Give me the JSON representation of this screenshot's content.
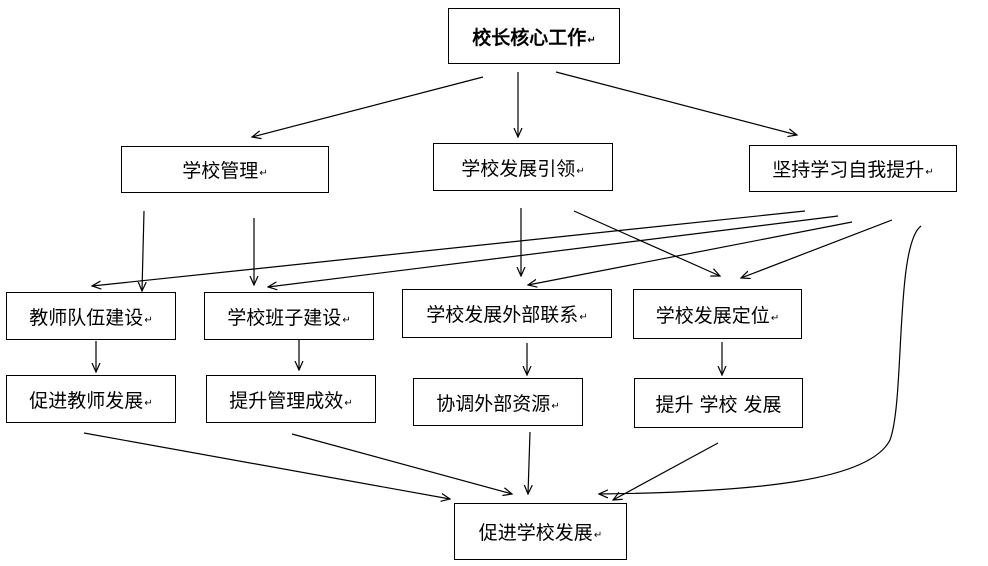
{
  "diagram": {
    "return_mark": "↵",
    "nodes": {
      "core": "校长核心工作",
      "mgmt": "学校管理",
      "lead": "学校发展引领",
      "learn": "坚持学习自我提升",
      "teacher_team": "教师队伍建设",
      "leader_team": "学校班子建设",
      "external": "学校发展外部联系",
      "position": "学校发展定位",
      "teacher_dev": "促进教师发展",
      "mgmt_effect": "提升管理成效",
      "resources": "协调外部资源",
      "school_up": "提升 学校 发展",
      "school_dev": "促进学校发展"
    },
    "colors": {
      "line": "#000000",
      "background": "#ffffff"
    }
  }
}
